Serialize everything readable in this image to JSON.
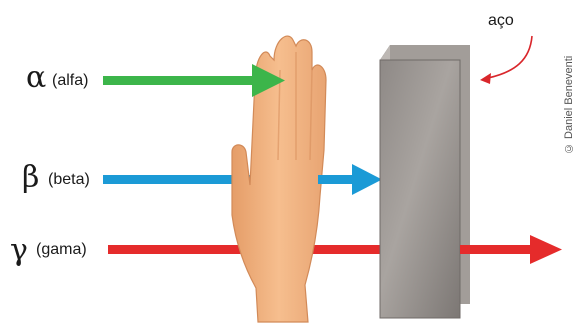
{
  "radiations": [
    {
      "symbol": "α",
      "name": "(alfa)",
      "color": "#3cb54a"
    },
    {
      "symbol": "β",
      "name": "(beta)",
      "color": "#1b9ad6"
    },
    {
      "symbol": "γ",
      "name": "(gama)",
      "color": "#e52b2b"
    }
  ],
  "barrier": {
    "label": "aço"
  },
  "credit": "© Daniel Beneventi",
  "colors": {
    "steel_light": "#9a9592",
    "steel_dark": "#5e5a58",
    "skin": "#f2b482",
    "skin_shadow": "#d88f5e",
    "annotation_arrow": "#d9262b"
  }
}
